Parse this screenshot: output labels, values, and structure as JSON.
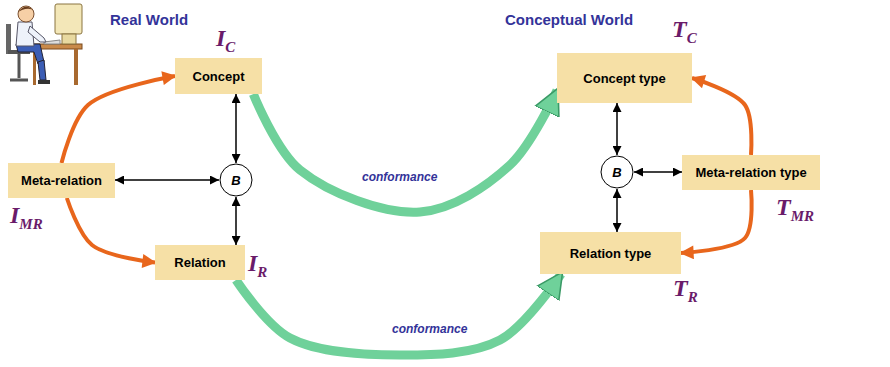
{
  "diagram": {
    "nodes": [
      {
        "text": [
          "Real World"
        ]
      },
      {
        "text": [
          "Concept",
          "IC"
        ],
        "in": 0
      },
      {
        "text": [
          "Meta-relation",
          "IMR"
        ],
        "in": 0
      },
      {
        "text": [
          "B"
        ],
        "in": 0
      },
      {
        "text": [
          "Relation",
          "IR"
        ],
        "in": 0
      },
      {
        "text": [
          "Conceptual World"
        ]
      },
      {
        "text": [
          "Concept type",
          "TC"
        ],
        "in": 5
      },
      {
        "text": [
          "B"
        ],
        "in": 5
      },
      {
        "text": [
          "Meta-relation type",
          "TMR"
        ],
        "in": 5
      },
      {
        "text": [
          "Relation type",
          "TR"
        ],
        "in": 5
      }
    ],
    "edges": [
      {
        "from": 3,
        "to": 1,
        "arrow": "both"
      },
      {
        "from": 3,
        "to": 2,
        "arrow": "both"
      },
      {
        "from": 3,
        "to": 4,
        "arrow": "both"
      },
      {
        "from": 2,
        "to": 1,
        "arrow": "to"
      },
      {
        "from": 2,
        "to": 4,
        "arrow": "to"
      },
      {
        "from": 1,
        "to": 6,
        "label": "conformance",
        "arrow": "to"
      },
      {
        "from": 4,
        "to": 9,
        "label": "conformance",
        "arrow": "to"
      },
      {
        "from": 7,
        "to": 6,
        "arrow": "both"
      },
      {
        "from": 7,
        "to": 8,
        "arrow": "both"
      },
      {
        "from": 7,
        "to": 9,
        "arrow": "both"
      },
      {
        "from": 8,
        "to": 6,
        "arrow": "to"
      },
      {
        "from": 8,
        "to": 9,
        "arrow": "to"
      }
    ]
  }
}
